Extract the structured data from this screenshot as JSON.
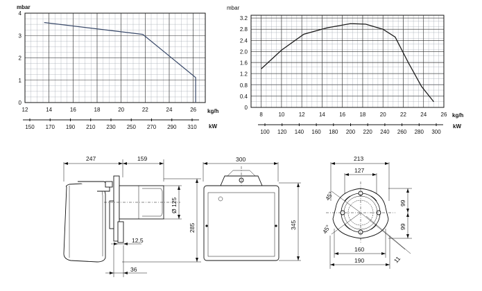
{
  "chart_data": [
    {
      "type": "line",
      "title": "",
      "ylabel": "mbar",
      "xlabel": "kg/h",
      "x2label": "kW",
      "xlim": [
        12,
        27
      ],
      "ylim": [
        0,
        4
      ],
      "x_ticks": [
        12,
        14,
        16,
        18,
        20,
        22,
        24,
        26
      ],
      "x2_ticks": [
        150,
        170,
        190,
        210,
        230,
        250,
        270,
        290,
        310
      ],
      "y_ticks": [
        0,
        1,
        2,
        3,
        4
      ],
      "series": [
        {
          "x": [
            13.6,
            21.8,
            26.2,
            26.2
          ],
          "y": [
            3.58,
            3.05,
            1.12,
            0
          ]
        }
      ]
    },
    {
      "type": "line",
      "title": "",
      "ylabel": "mbar",
      "xlabel": "kg/h",
      "x2label": "kW",
      "xlim": [
        7,
        26
      ],
      "ylim": [
        0,
        3.3
      ],
      "x_ticks": [
        8,
        10,
        12,
        14,
        16,
        18,
        20,
        22,
        24,
        26
      ],
      "x2_ticks": [
        100,
        120,
        140,
        160,
        180,
        200,
        220,
        240,
        260,
        280,
        300
      ],
      "y_ticks": [
        0,
        0.4,
        0.8,
        1.2,
        1.6,
        2.0,
        2.4,
        2.8,
        3.2
      ],
      "y_tick_labels": [
        "0",
        "0.4",
        "0.8",
        "1.2",
        "1.6",
        "2.0",
        "2.4",
        "2.8",
        "3.2"
      ],
      "series": [
        {
          "x": [
            8,
            10,
            12.2,
            14.5,
            16.8,
            18.3,
            20,
            21.2,
            22.5,
            23.8,
            25
          ],
          "y": [
            1.38,
            2.05,
            2.62,
            2.85,
            3.0,
            2.98,
            2.8,
            2.52,
            1.6,
            0.75,
            0.2
          ]
        }
      ]
    }
  ],
  "dimensions": {
    "side_view": {
      "width_1": "247",
      "width_2": "159",
      "dia_tube": "Ø 125",
      "height": "285",
      "flange": "12,5",
      "bottom": "36"
    },
    "rear_view": {
      "width": "300",
      "height": "345"
    },
    "flange_view": {
      "outer_width": "213",
      "inner_width": "127",
      "hole_width": "160",
      "base_width": "190",
      "right_upper": "99",
      "right_lower": "99",
      "angle_upper": "45°",
      "angle_lower": "45°",
      "slot": "11"
    }
  }
}
